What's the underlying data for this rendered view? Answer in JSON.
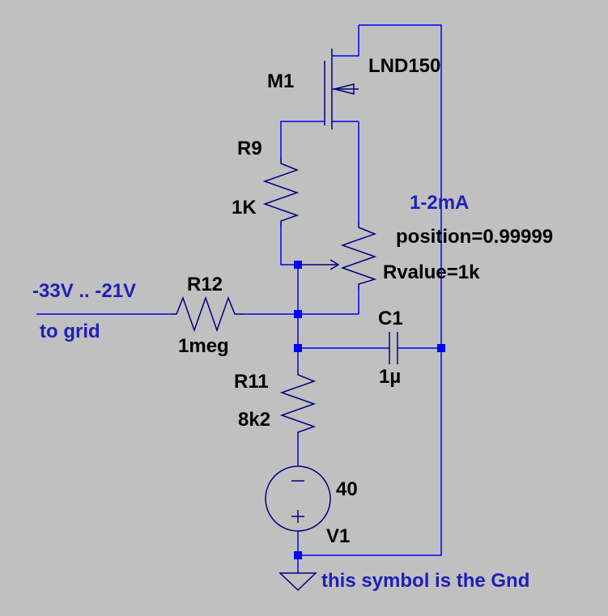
{
  "colors": {
    "background": "#c0c0c0",
    "wire": "#0000ff",
    "symbol": "#000080",
    "annotation": "#1f1fb8",
    "text": "#000000"
  },
  "components": {
    "m1": {
      "name": "M1",
      "model": "LND150"
    },
    "r9": {
      "name": "R9",
      "value": "1K"
    },
    "pot": {
      "position": "position=0.99999",
      "rvalue": "Rvalue=1k"
    },
    "r12": {
      "name": "R12",
      "value": "1meg"
    },
    "c1": {
      "name": "C1",
      "value": "1µ"
    },
    "r11": {
      "name": "R11",
      "value": "8k2"
    },
    "v1": {
      "name": "V1",
      "value": "40"
    }
  },
  "annotations": {
    "current": "1-2mA",
    "input_range": "-33V .. -21V",
    "input_label": "to grid",
    "gnd_note": "this symbol is the Gnd"
  }
}
